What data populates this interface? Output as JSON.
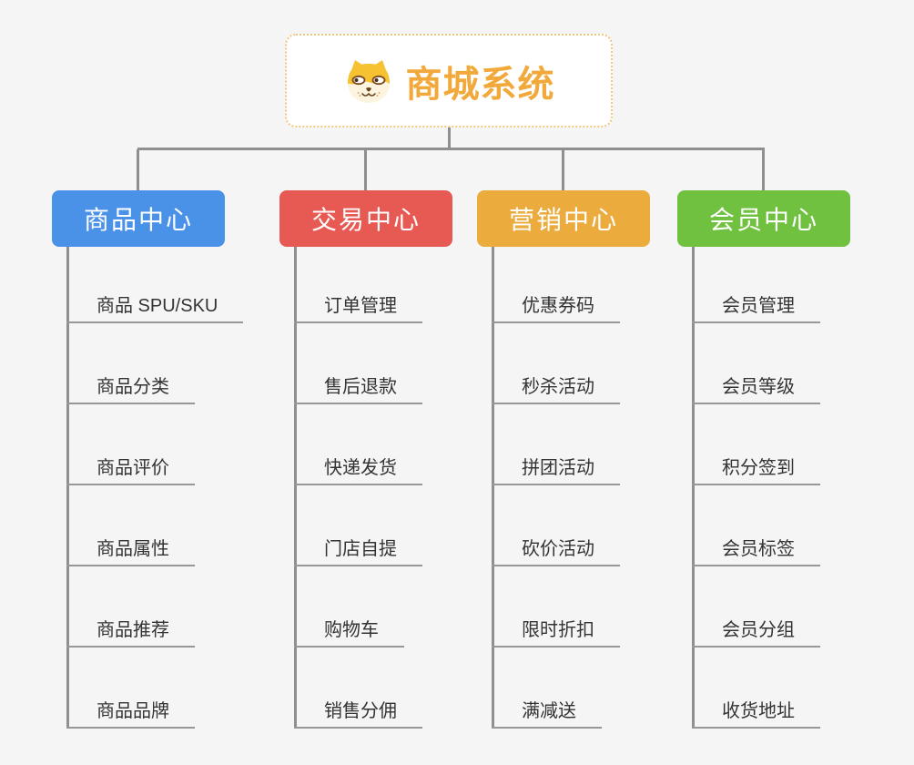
{
  "page": {
    "background": "#F5F5F6",
    "connector_color": "#8F8F8F"
  },
  "root": {
    "label": "商城系统",
    "icon": "dog-face-icon",
    "text_color": "#F2A93C",
    "border_color": "#F3C67C"
  },
  "branches": [
    {
      "label": "商品中心",
      "color": "#4A92E8",
      "items": [
        "商品 SPU/SKU",
        "商品分类",
        "商品评价",
        "商品属性",
        "商品推荐",
        "商品品牌"
      ]
    },
    {
      "label": "交易中心",
      "color": "#E75953",
      "items": [
        "订单管理",
        "售后退款",
        "快递发货",
        "门店自提",
        "购物车",
        "销售分佣"
      ]
    },
    {
      "label": "营销中心",
      "color": "#EBAB3D",
      "items": [
        "优惠券码",
        "秒杀活动",
        "拼团活动",
        "砍价活动",
        "限时折扣",
        "满减送"
      ]
    },
    {
      "label": "会员中心",
      "color": "#70C13F",
      "items": [
        "会员管理",
        "会员等级",
        "积分签到",
        "会员标签",
        "会员分组",
        "收货地址"
      ]
    }
  ]
}
